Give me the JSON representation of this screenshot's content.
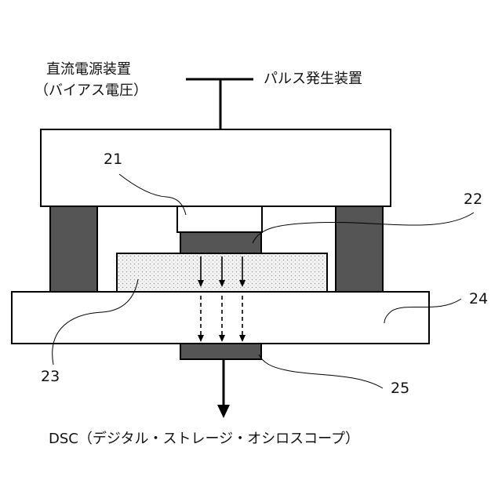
{
  "labels": {
    "dc_power_line1": "直流電源装置",
    "dc_power_line2": "（バイアス電圧）",
    "pulse_generator": "パルス発生装置",
    "dsc": "DSC（デジタル・ストレージ・オシロスコープ）"
  },
  "callouts": {
    "c21": "21",
    "c22": "22",
    "c23": "23",
    "c24": "24",
    "c25": "25"
  },
  "colors": {
    "stroke": "#000000",
    "dark_block": "#555555",
    "sample_dots": "#9a9a9a",
    "background": "#ffffff"
  }
}
